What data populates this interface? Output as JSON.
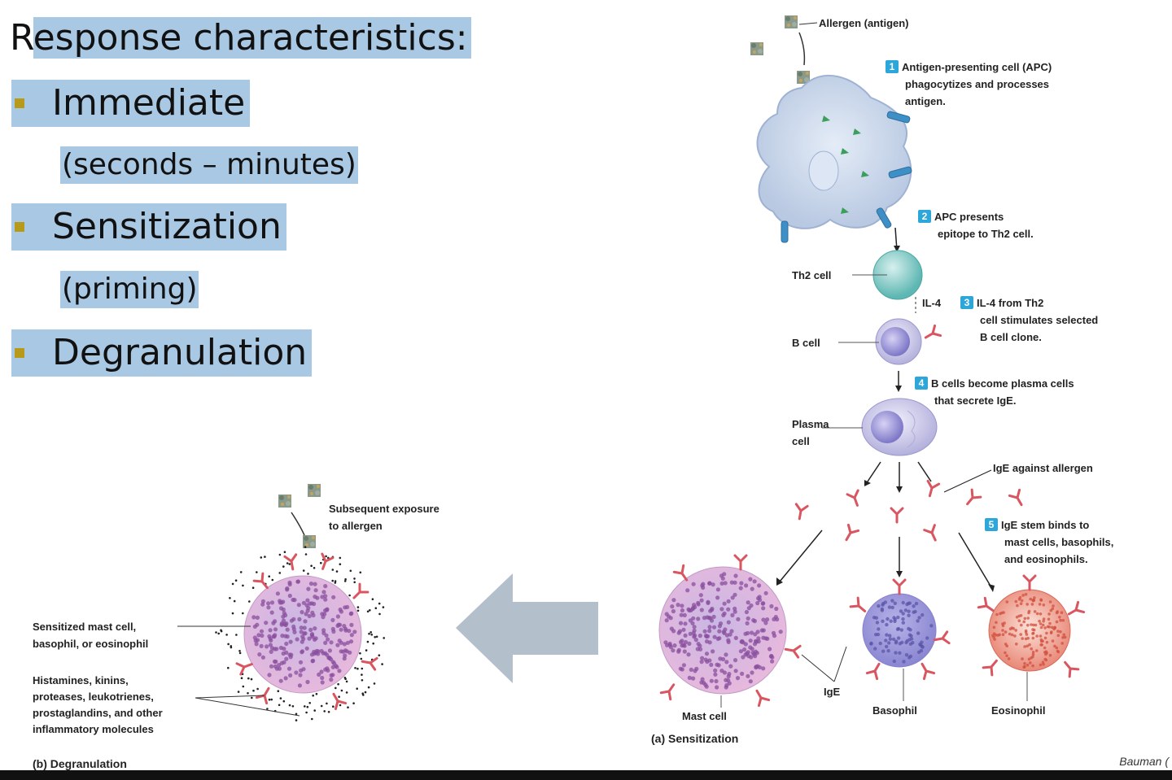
{
  "slide": {
    "title_first": "R",
    "title_rest": "esponse characteristics:",
    "bullets": [
      {
        "label": "Immediate",
        "sub": "(seconds – minutes)"
      },
      {
        "label": "Sensitization",
        "sub": "(priming)"
      },
      {
        "label": "Degranulation",
        "sub": ""
      }
    ]
  },
  "diagram_a": {
    "allergen": "Allergen (antigen)",
    "steps": [
      {
        "n": "1",
        "text": [
          "Antigen-presenting cell (APC)",
          "phagocytizes and processes",
          "antigen."
        ]
      },
      {
        "n": "2",
        "text": [
          "APC presents",
          "epitope to Th2 cell."
        ]
      },
      {
        "n": "3",
        "text": [
          "IL-4 from Th2",
          "cell stimulates selected",
          "B cell clone."
        ]
      },
      {
        "n": "4",
        "text": [
          "B cells become plasma cells",
          "that secrete IgE."
        ]
      },
      {
        "n": "5",
        "text": [
          "IgE stem binds to",
          "mast cells, basophils,",
          "and eosinophils."
        ]
      }
    ],
    "th2": "Th2 cell",
    "il4": "IL-4",
    "bcell": "B cell",
    "plasma": [
      "Plasma",
      "cell"
    ],
    "ige_against": "IgE against allergen",
    "ige": "IgE",
    "mast": "Mast cell",
    "basophil": "Basophil",
    "eosinophil": "Eosinophil",
    "caption": "(a) Sensitization"
  },
  "diagram_b": {
    "exposure": [
      "Subsequent exposure",
      "to allergen"
    ],
    "sensitized": [
      "Sensitized mast cell,",
      "basophil, or eosinophil"
    ],
    "mediators": [
      "Histamines, kinins,",
      "proteases, leukotrienes,",
      "prostaglandins, and other",
      "inflammatory molecules"
    ],
    "caption": "(b) Degranulation"
  },
  "credit": "Bauman (",
  "colors": {
    "highlight": "#a9c8e3",
    "bullet": "#b89a1a",
    "step_box": "#2da6d9",
    "arrow": "#b4bfcc",
    "antibody": "#d9555f"
  }
}
